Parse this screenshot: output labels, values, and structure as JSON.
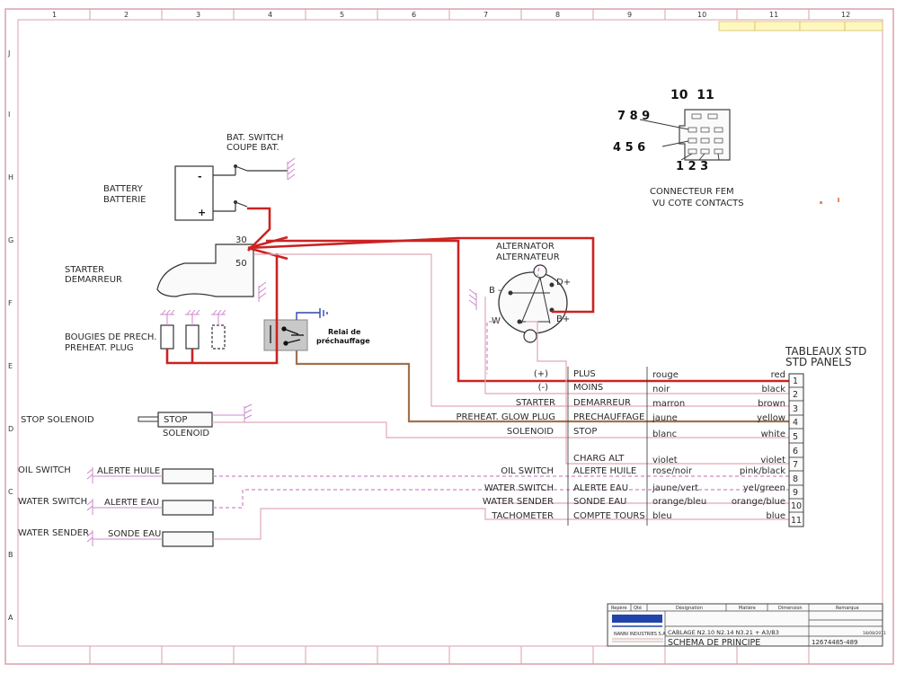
{
  "frame": {
    "top_numbers": [
      "1",
      "2",
      "3",
      "4",
      "5",
      "6",
      "7",
      "8",
      "9",
      "10",
      "11",
      "12"
    ],
    "side_letters": [
      "J",
      "I",
      "H",
      "G",
      "F",
      "E",
      "D",
      "C",
      "B",
      "A"
    ],
    "accent_color": "#d9a0ab"
  },
  "connector": {
    "pins_top": "10  11",
    "pins_row2": "7 8 9",
    "pins_row3": "4 5 6",
    "pins_bottom": "1 2 3",
    "title_1": "CONNECTEUR FEM",
    "title_2": "VU COTE CONTACTS"
  },
  "components": {
    "bat_switch_1": "BAT. SWITCH",
    "bat_switch_2": "COUPE BAT.",
    "battery_1": "BATTERY",
    "battery_2": "BATTERIE",
    "minus": "-",
    "plus": "+",
    "starter_1": "STARTER",
    "starter_2": "DEMARREUR",
    "term_30": "30",
    "term_50": "50",
    "glow_1": "BOUGIES DE PRECH.",
    "glow_2": "PREHEAT. PLUG",
    "relay_1": "Relai de",
    "relay_2": "préchauffage",
    "alternator_1": "ALTERNATOR",
    "alternator_2": "ALTERNATEUR",
    "alt_b_minus": "B -",
    "alt_d_plus": "D+",
    "alt_w": "W",
    "alt_b_plus": "B+",
    "stop_solenoid": "STOP SOLENOID",
    "stop_box": "STOP",
    "solenoid_label": "SOLENOID",
    "oil_switch": "OIL SWITCH",
    "alerte_huile": "ALERTE HUILE",
    "water_switch": "WATER SWITCH",
    "alerte_eau": "ALERTE EAU",
    "water_sender": "WATER SENDER",
    "sonde_eau": "SONDE EAU"
  },
  "panel": {
    "title_1": "TABLEAUX STD",
    "title_2": "STD PANELS",
    "rows": [
      {
        "pin": "1",
        "left": "(+)",
        "mid": "PLUS",
        "fr": "rouge",
        "en": "red"
      },
      {
        "pin": "2",
        "left": "(-)",
        "mid": "MOINS",
        "fr": "noir",
        "en": "black"
      },
      {
        "pin": "3",
        "left": "STARTER",
        "mid": "DEMARREUR",
        "fr": "marron",
        "en": "brown"
      },
      {
        "pin": "4",
        "left": "PREHEAT. GLOW PLUG",
        "mid": "PRECHAUFFAGE",
        "fr": "jaune",
        "en": "yellow"
      },
      {
        "pin": "5",
        "left": "SOLENOID",
        "mid": "STOP",
        "fr": "blanc",
        "en": "white"
      },
      {
        "pin": "6",
        "left": "",
        "mid": "CHARG ALT",
        "fr": "violet",
        "en": "violet"
      },
      {
        "pin": "7",
        "left": "",
        "mid": "",
        "fr": "",
        "en": ""
      },
      {
        "pin": "8",
        "left": "OIL SWITCH",
        "mid": "ALERTE HUILE",
        "fr": "rose/noir",
        "en": "pink/black"
      },
      {
        "pin": "9",
        "left": "WATER SWITCH",
        "mid": "ALERTE EAU",
        "fr": "jaune/vert",
        "en": "yel/green"
      },
      {
        "pin": "10",
        "left": "WATER SENDER",
        "mid": "SONDE EAU",
        "fr": "orange/bleu",
        "en": "orange/blue"
      },
      {
        "pin": "11",
        "left": "TACHOMETER",
        "mid": "COMPTE TOURS",
        "fr": "bleu",
        "en": "blue"
      }
    ]
  },
  "title_block": {
    "h_repere": "Repère",
    "h_qte": "Qté",
    "h_designation": "Désignation",
    "h_matiere": "Matière",
    "h_dimension": "Dimension",
    "h_remarque": "Remarque",
    "company": "NANNI INDUSTRIES S.A.",
    "cablage": "CABLAGE N2.10 N2.14 N3.21 + A3/B3",
    "schema": "SCHEMA DE PRINCIPE",
    "ref": "12674485-489",
    "date": "18/08/2011"
  },
  "colors": {
    "red_wire": "#cc2222",
    "brown_wire": "#a0714f",
    "pink_wire": "#e0a9b4",
    "magenta_wire": "#cc88cc",
    "blue_ground": "#3344aa"
  }
}
